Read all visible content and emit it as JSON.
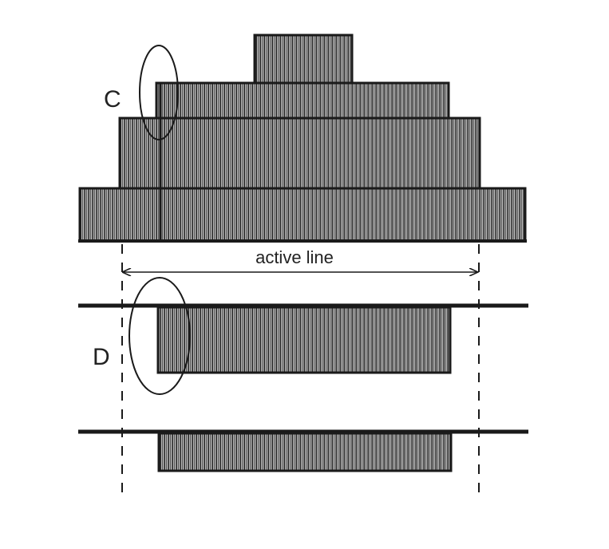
{
  "labels": {
    "c": "C",
    "d": "D",
    "active_line": "active line"
  },
  "colors": {
    "ink": "#1a1a1a",
    "hatch_bg": "#bdbdbd",
    "hatch_line": "#2b2b2b",
    "paper": "#ffffff"
  }
}
